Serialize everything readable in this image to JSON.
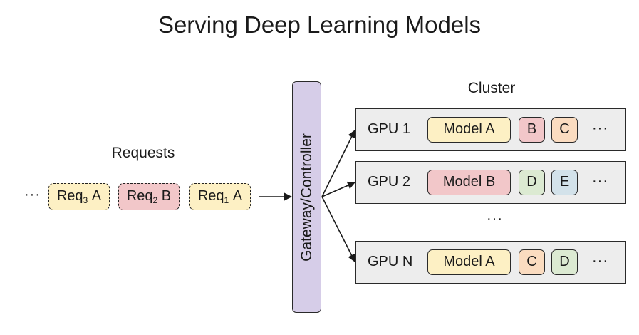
{
  "title": "Serving Deep Learning Models",
  "requests": {
    "label": "Requests",
    "ellipsis": "···",
    "items": [
      {
        "name": "Req",
        "sub": "3",
        "model": "A",
        "color": "#fdf0c4"
      },
      {
        "name": "Req",
        "sub": "2",
        "model": "B",
        "color": "#f2c7c9"
      },
      {
        "name": "Req",
        "sub": "1",
        "model": "A",
        "color": "#fdf0c4"
      }
    ]
  },
  "gateway": {
    "label": "Gateway/Controller",
    "color": "#d6cde8"
  },
  "cluster": {
    "label": "Cluster",
    "gpus": [
      {
        "name": "GPU 1",
        "models": [
          {
            "label": "Model A",
            "color": "#fdf0c4"
          },
          {
            "label": "B",
            "color": "#f2c7c9"
          },
          {
            "label": "C",
            "color": "#fbdcc0"
          }
        ],
        "more": "···"
      },
      {
        "name": "GPU 2",
        "models": [
          {
            "label": "Model B",
            "color": "#f2c7c9"
          },
          {
            "label": "D",
            "color": "#dcead2"
          },
          {
            "label": "E",
            "color": "#d3e2ea"
          }
        ],
        "more": "···"
      },
      {
        "name": "GPU N",
        "models": [
          {
            "label": "Model A",
            "color": "#fdf0c4"
          },
          {
            "label": "C",
            "color": "#fbdcc0"
          },
          {
            "label": "D",
            "color": "#dcead2"
          }
        ],
        "more": "···"
      }
    ],
    "between": "···"
  },
  "colors": {
    "gpu_bg": "#ededed",
    "line": "#1a1a1a"
  }
}
